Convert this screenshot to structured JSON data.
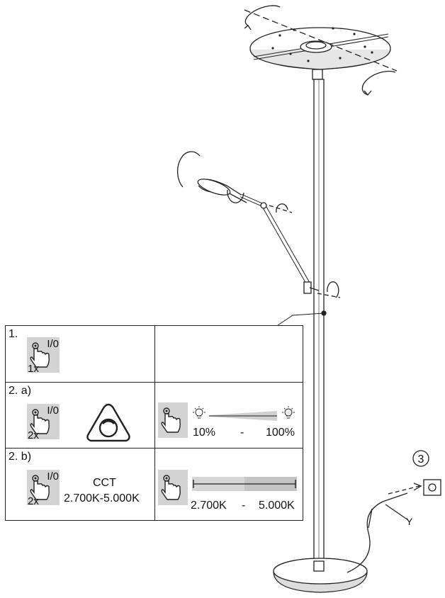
{
  "lamp_callout": {
    "number": "3",
    "cable_label": "Y"
  },
  "table": {
    "row1": {
      "step": "1.",
      "button_label": "I/0",
      "press_count": "1x"
    },
    "row2a": {
      "step": "2. a)",
      "button_label": "I/0",
      "press_count": "2x",
      "dim_min": "10%",
      "dash": "-",
      "dim_max": "100%"
    },
    "row2b": {
      "step": "2. b)",
      "button_label": "I/0",
      "press_count": "2x",
      "cct_title": "CCT",
      "cct_range": "2.700K-5.000K",
      "cct_min": "2.700K",
      "dash": "-",
      "cct_max": "5.000K"
    }
  },
  "colors": {
    "button_bg": "#d3d3d3",
    "line": "#222222",
    "bar_fill": "#cfcfcf"
  },
  "icons": [
    "hand-press-icon",
    "dimmer-triangle-icon",
    "bulb-icon",
    "plug-icon"
  ]
}
